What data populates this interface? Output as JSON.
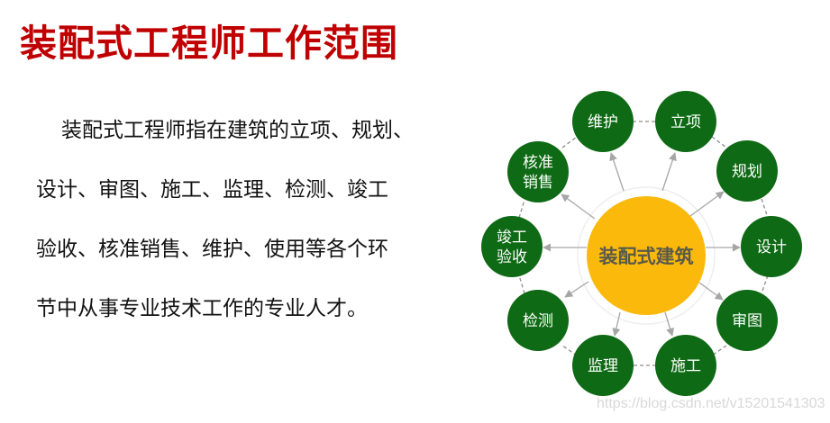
{
  "title": "装配式工程师工作范围",
  "paragraph": {
    "lines": [
      "装配式工程师指在建筑的立项、规划、",
      "设计、审图、施工、监理、检测、竣工",
      "验收、核准销售、维护、使用等各个环",
      "节中从事专业技术工作的专业人才。"
    ]
  },
  "diagram": {
    "center": {
      "label": "装配式建筑",
      "color": "#fbb90c",
      "text_color": "#5a5a4a"
    },
    "node_color": "#0e6a14",
    "nodes": [
      {
        "label": "维护",
        "lines": [
          "维护"
        ]
      },
      {
        "label": "立项",
        "lines": [
          "立项"
        ]
      },
      {
        "label": "规划",
        "lines": [
          "规划"
        ]
      },
      {
        "label": "设计",
        "lines": [
          "设计"
        ]
      },
      {
        "label": "审图",
        "lines": [
          "审图"
        ]
      },
      {
        "label": "施工",
        "lines": [
          "施工"
        ]
      },
      {
        "label": "监理",
        "lines": [
          "监理"
        ]
      },
      {
        "label": "检测",
        "lines": [
          "检测"
        ]
      },
      {
        "label": "竣工验收",
        "lines": [
          "竣工",
          "验收"
        ]
      },
      {
        "label": "核准销售",
        "lines": [
          "核准",
          "销售"
        ]
      }
    ]
  },
  "watermark": "https://blog.csdn.net/v15201541303",
  "colors": {
    "title": "#c00000",
    "node": "#0e6a14",
    "center": "#fbb90c",
    "arrow": "#a6a6a6"
  }
}
